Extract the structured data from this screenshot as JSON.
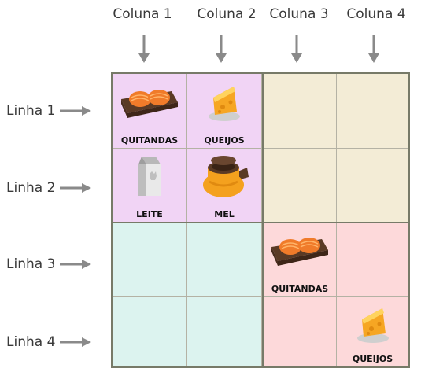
{
  "columns": [
    "Coluna 1",
    "Coluna 2",
    "Coluna 3",
    "Coluna 4"
  ],
  "rows": [
    "Linha 1",
    "Linha 2",
    "Linha 3",
    "Linha 4"
  ],
  "quadrant_colors": {
    "top_left": "#f1d4f5",
    "top_right": "#f3ecd6",
    "bottom_left": "#dcf3ef",
    "bottom_right": "#fdd9da"
  },
  "items": [
    {
      "row": 1,
      "col": 1,
      "icon": "quitandas-icon",
      "label": "QUITANDAS"
    },
    {
      "row": 1,
      "col": 2,
      "icon": "queijos-icon",
      "label": "QUEIJOS"
    },
    {
      "row": 2,
      "col": 1,
      "icon": "leite-icon",
      "label": "LEITE"
    },
    {
      "row": 2,
      "col": 2,
      "icon": "mel-icon",
      "label": "MEL"
    },
    {
      "row": 3,
      "col": 3,
      "icon": "quitandas-icon",
      "label": "QUITANDAS"
    },
    {
      "row": 4,
      "col": 4,
      "icon": "queijos-icon",
      "label": "QUEIJOS"
    }
  ]
}
